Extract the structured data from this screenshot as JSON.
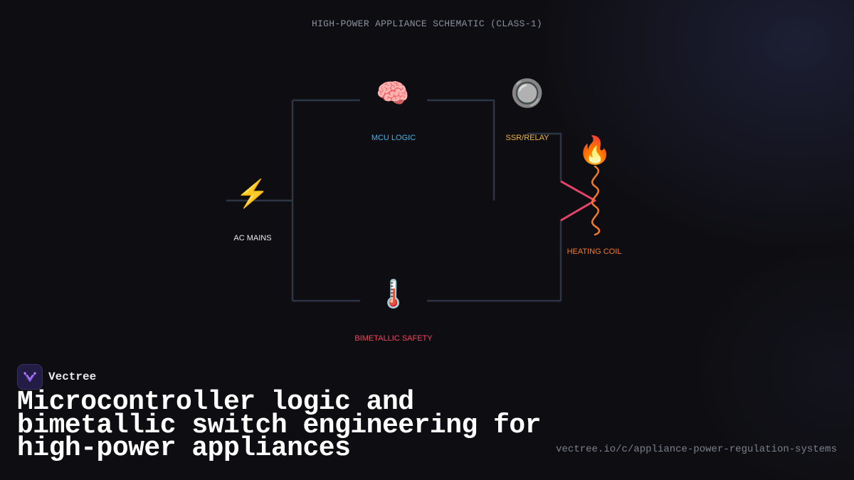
{
  "diagram": {
    "title": "HIGH-POWER APPLIANCE SCHEMATIC (CLASS-1)",
    "nodes": {
      "ac_mains": {
        "label": "AC MAINS",
        "icon": "lightning-icon",
        "glyph": "⚡",
        "color": "#e8e8ee"
      },
      "mcu_logic": {
        "label": "MCU LOGIC",
        "icon": "brain-icon",
        "glyph": "🧠",
        "color": "#3fb4ee"
      },
      "ssr_relay": {
        "label": "SSR/RELAY",
        "icon": "radio-button-icon",
        "glyph": "🔘",
        "color": "#f2b53a"
      },
      "heating_coil": {
        "label": "HEATING COIL",
        "icon": "fire-icon",
        "glyph": "🔥",
        "color": "#f47a2a"
      },
      "bimetallic_safety": {
        "label": "BIMETALLIC SAFETY",
        "icon": "thermometer-icon",
        "glyph": "🌡️",
        "color": "#f0445e"
      }
    },
    "colors": {
      "wire": "#2b3545",
      "switch_arm": "#e8436a",
      "coil": "#f47a2a"
    }
  },
  "brand": {
    "name": "Vectree"
  },
  "headline": "Microcontroller logic and bimetallic switch engineering for high-power appliances",
  "url": "vectree.io/c/appliance-power-regulation-systems"
}
